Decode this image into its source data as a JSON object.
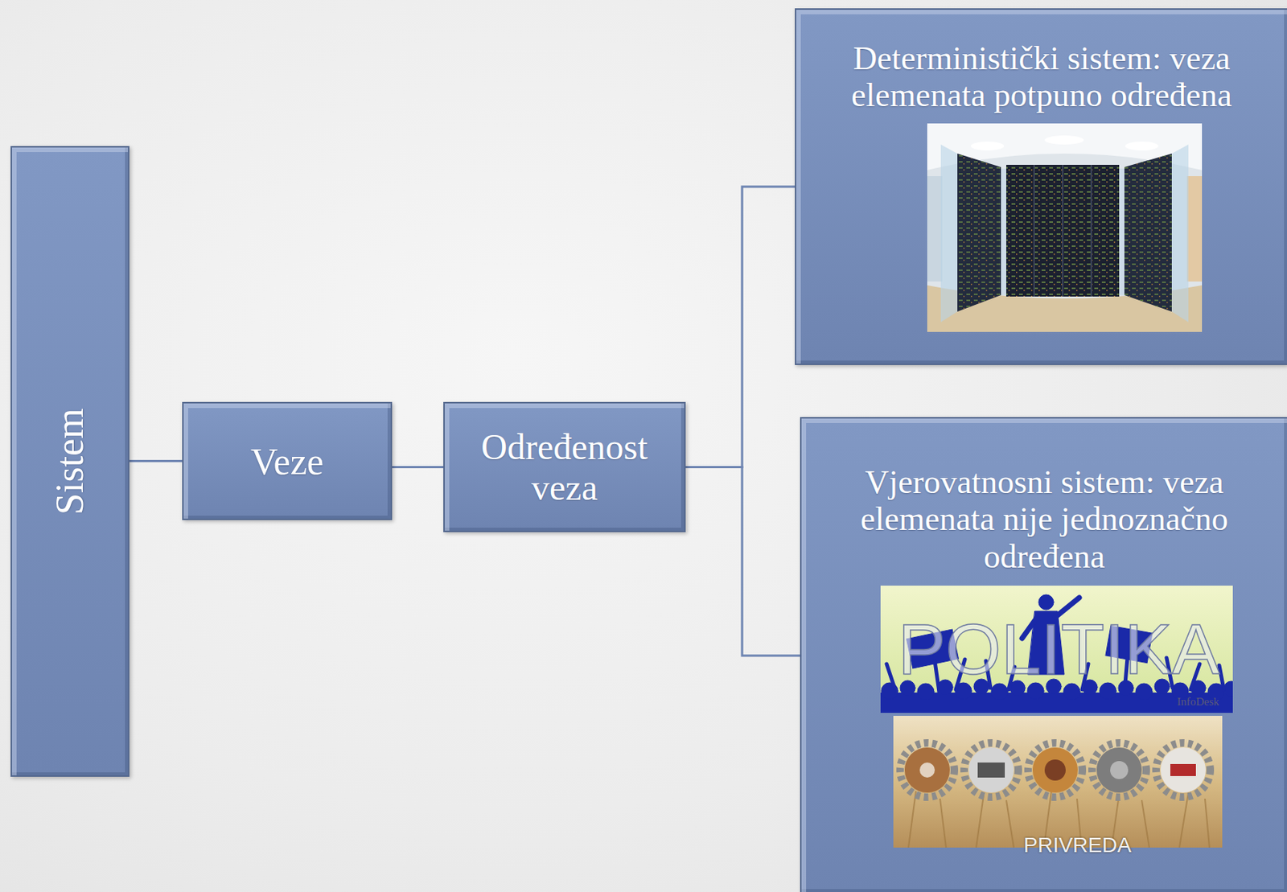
{
  "diagram": {
    "nodes": [
      {
        "text": [
          "Sistem"
        ]
      },
      {
        "text": [
          "Veze"
        ]
      },
      {
        "text": [
          "Određenost veza"
        ]
      },
      {
        "text": [
          "Deterministički sistem: veza elemenata potpuno određena"
        ]
      },
      {
        "text": [
          "Vjerovatnosni sistem: veza elemenata nije jednoznačno određena"
        ]
      }
    ],
    "edges": [
      {
        "from": 0,
        "to": 1,
        "arrow": "none"
      },
      {
        "from": 1,
        "to": 2,
        "arrow": "none"
      },
      {
        "from": 2,
        "to": 3,
        "arrow": "none"
      },
      {
        "from": 2,
        "to": 4,
        "arrow": "none"
      }
    ],
    "labels": [
      "POLITIKA",
      "InfoDesk",
      "PRIVREDA"
    ]
  }
}
